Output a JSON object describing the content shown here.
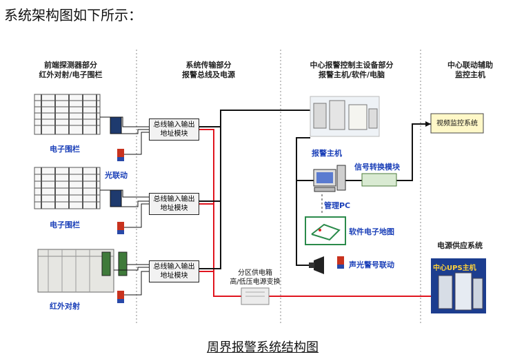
{
  "intro": "系统架构图如下所示：",
  "headers": {
    "col1": [
      "前端探测器部分",
      "红外对射/电子围栏"
    ],
    "col2": [
      "系统传输部分",
      "报警总线及电源"
    ],
    "col3": [
      "中心报警控制主设备部分",
      "报警主机/软件/电脑"
    ],
    "col4": [
      "中心联动辅助",
      "监控主机"
    ]
  },
  "labels": {
    "fence1": "电子围栏",
    "light_link": "光联动",
    "fence2": "电子围栏",
    "infrared": "红外对射",
    "module": [
      "总线输入输出",
      "地址模块"
    ],
    "power_box": [
      "分区供电箱",
      "高/低压电源变换"
    ],
    "alarm_host": "报警主机",
    "signal_module": "信号转换模块",
    "mgmt_pc": "管理PC",
    "map_sw": "软件电子地图",
    "sound_light": "声光警号联动",
    "video": "视频监控系统",
    "ups_title": "电源供应系统",
    "ups_label": "中心UPS主机"
  },
  "title": "周界报警系统结构图",
  "colors": {
    "red_line": "#e0141e",
    "black_line": "#111111",
    "blue_text": "#1a3fb8",
    "ups_bg": "#1c3d8f"
  }
}
